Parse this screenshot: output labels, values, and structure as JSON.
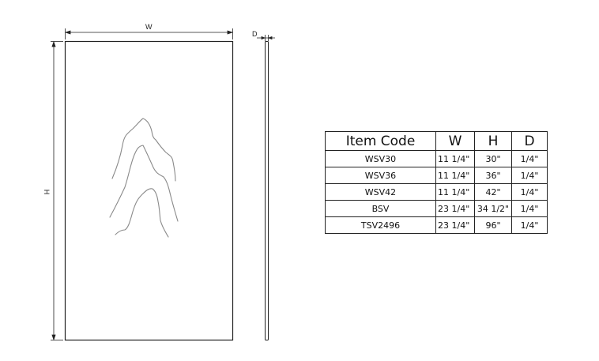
{
  "drawing": {
    "front_view": {
      "width_label": "W",
      "height_label": "H"
    },
    "side_view": {
      "depth_label": "D"
    }
  },
  "spec_table": {
    "headers": [
      "Item Code",
      "W",
      "H",
      "D"
    ],
    "rows": [
      {
        "code": "WSV30",
        "w": "11 1/4\"",
        "h": "30\"",
        "d": "1/4\""
      },
      {
        "code": "WSV36",
        "w": "11 1/4\"",
        "h": "36\"",
        "d": "1/4\""
      },
      {
        "code": "WSV42",
        "w": "11 1/4\"",
        "h": "42\"",
        "d": "1/4\""
      },
      {
        "code": "BSV",
        "w": "23 1/4\"",
        "h": "34 1/2\"",
        "d": "1/4\""
      },
      {
        "code": "TSV2496",
        "w": "23 1/4\"",
        "h": "96\"",
        "d": "1/4\""
      }
    ]
  },
  "colors": {
    "line": "#222222",
    "grain": "#888888",
    "background": "#ffffff"
  }
}
